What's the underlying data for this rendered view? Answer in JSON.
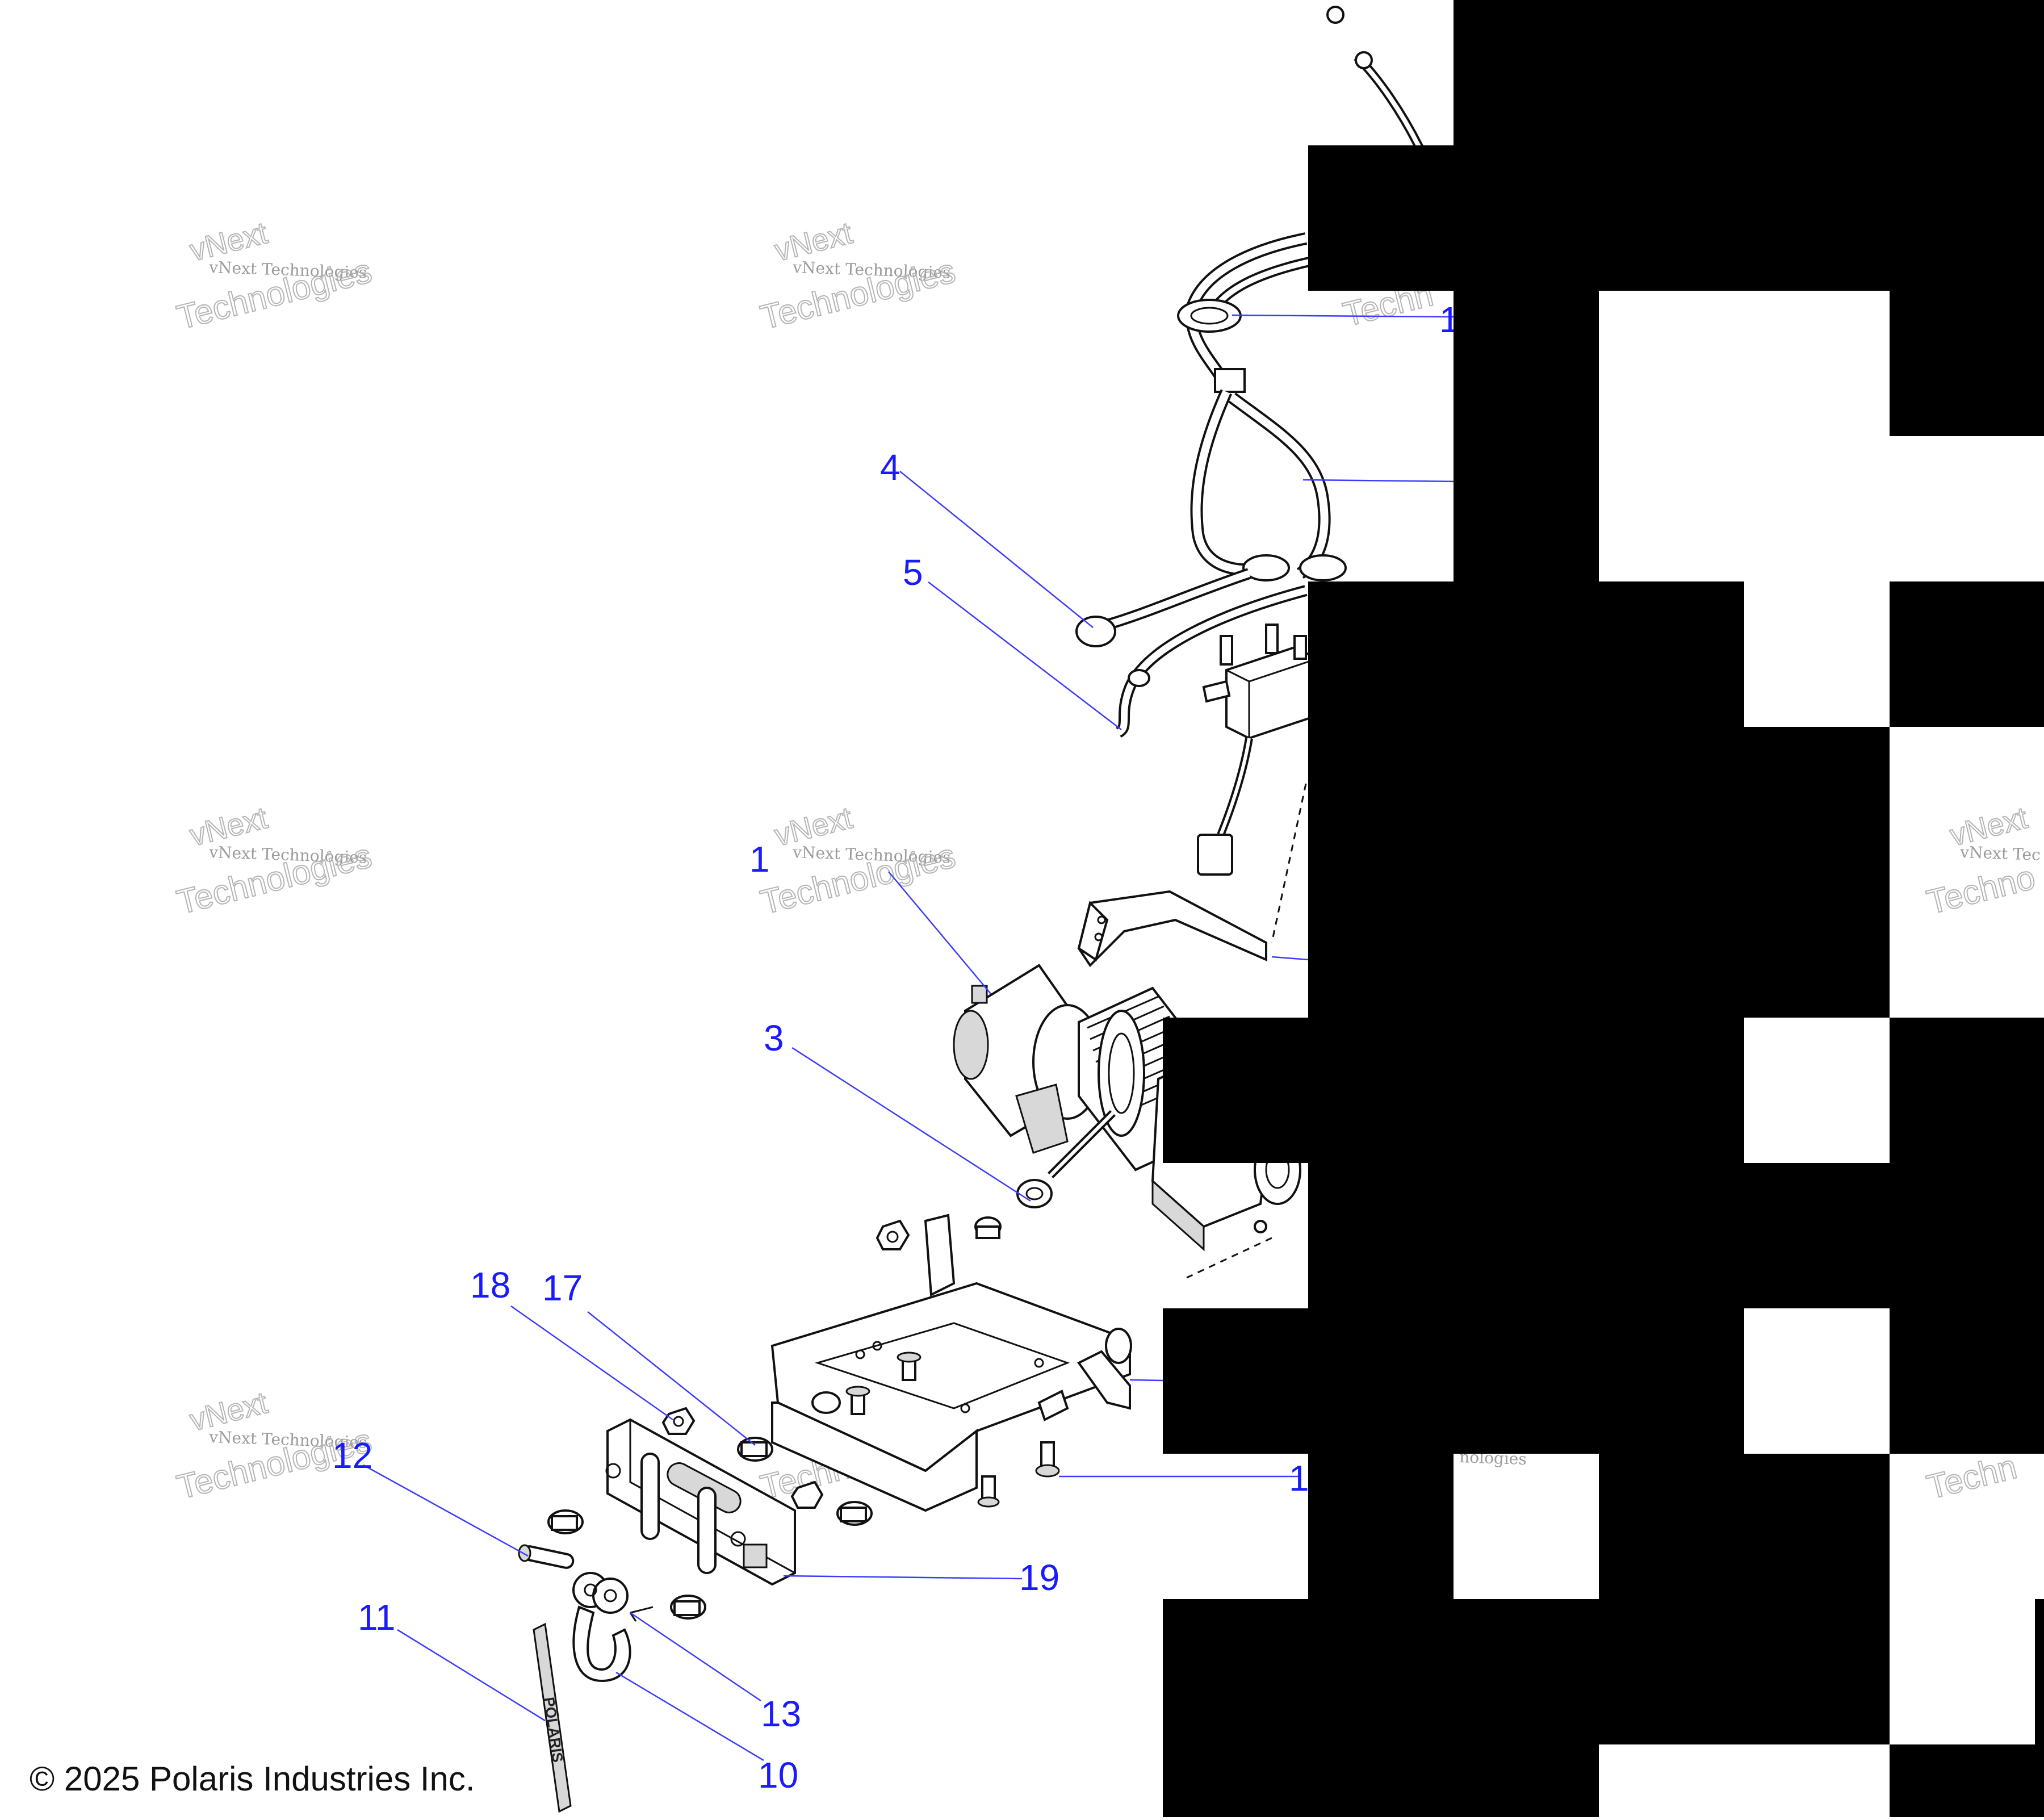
{
  "callouts": [
    {
      "id": "c1",
      "text": "1"
    },
    {
      "id": "c3",
      "text": "3"
    },
    {
      "id": "c4",
      "text": "4"
    },
    {
      "id": "c5",
      "text": "5"
    },
    {
      "id": "c10",
      "text": "10"
    },
    {
      "id": "c11",
      "text": "11"
    },
    {
      "id": "c12",
      "text": "12"
    },
    {
      "id": "c13",
      "text": "13"
    },
    {
      "id": "c17",
      "text": "17"
    },
    {
      "id": "c18",
      "text": "18"
    },
    {
      "id": "c19",
      "text": "19"
    },
    {
      "id": "c1a",
      "text": "1"
    },
    {
      "id": "c1b",
      "text": "1"
    }
  ],
  "watermark": {
    "line1": "vNext",
    "line2": "vNext Technologies",
    "line3": "Technologies",
    "partial1": "Techn",
    "partial2": "vNext Tec",
    "partial3": "Techno",
    "partial4": "nologies",
    "partial5": "Techn"
  },
  "hook_label": "POLARIS",
  "copyright": "© 2025 Polaris Industries Inc."
}
